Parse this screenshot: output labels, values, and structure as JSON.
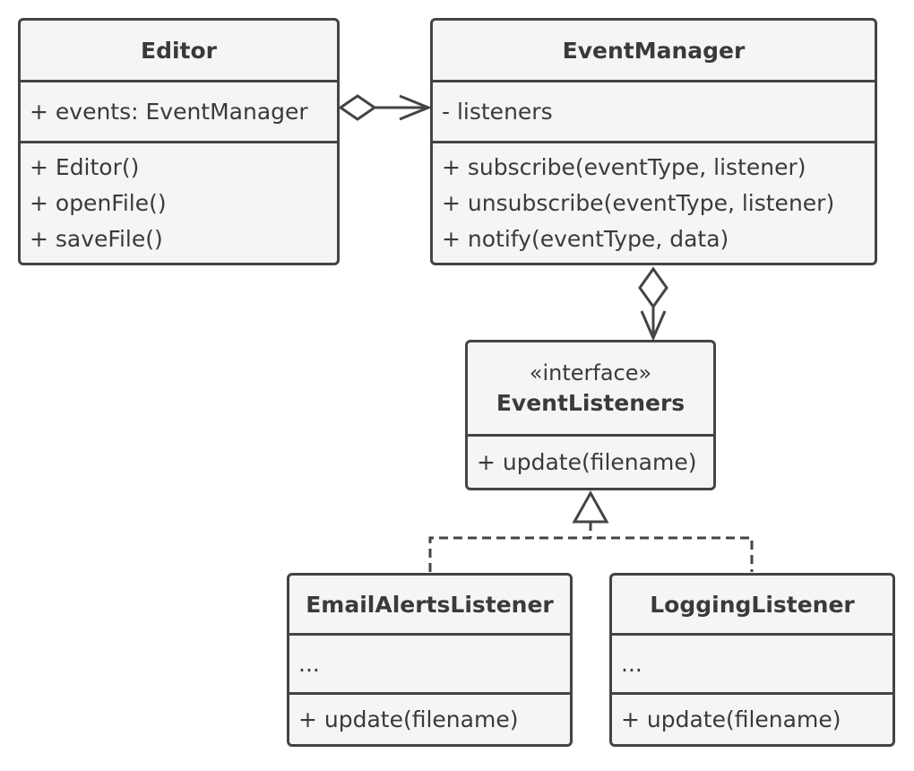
{
  "classes": {
    "editor": {
      "name": "Editor",
      "attributes": [
        "+ events: EventManager"
      ],
      "methods": [
        "+ Editor()",
        "+ openFile()",
        "+ saveFile()"
      ]
    },
    "event_manager": {
      "name": "EventManager",
      "attributes": [
        "- listeners"
      ],
      "methods": [
        "+ subscribe(eventType, listener)",
        "+ unsubscribe(eventType, listener)",
        "+ notify(eventType, data)"
      ]
    },
    "event_listeners": {
      "stereotype": "«interface»",
      "name": "EventListeners",
      "methods": [
        "+ update(filename)"
      ]
    },
    "email_alerts_listener": {
      "name": "EmailAlertsListener",
      "attributes": [
        "..."
      ],
      "methods": [
        "+ update(filename)"
      ]
    },
    "logging_listener": {
      "name": "LoggingListener",
      "attributes": [
        "..."
      ],
      "methods": [
        "+ update(filename)"
      ]
    }
  },
  "relations": [
    {
      "from": "Editor",
      "to": "EventManager",
      "type": "aggregation"
    },
    {
      "from": "EventManager",
      "to": "EventListeners",
      "type": "aggregation"
    },
    {
      "from": "EmailAlertsListener",
      "to": "EventListeners",
      "type": "realization"
    },
    {
      "from": "LoggingListener",
      "to": "EventListeners",
      "type": "realization"
    }
  ],
  "colors": {
    "stroke": "#444444",
    "fill": "#f5f5f5",
    "text": "#3a3a3a"
  }
}
